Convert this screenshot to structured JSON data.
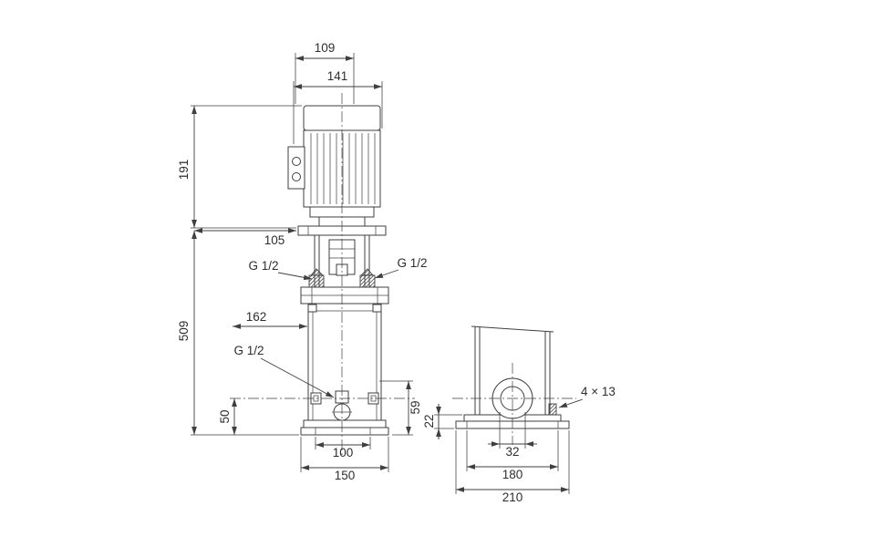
{
  "colors": {
    "background": "#ffffff",
    "line": "#3f3f3f",
    "text": "#2e2e2e"
  },
  "front_view": {
    "dim_motor_fan_width": "109",
    "dim_motor_width": "141",
    "dim_motor_height": "191",
    "dim_head_length": "105",
    "dim_pump_height": "509",
    "dim_port_depth": "162",
    "label_plug_left": "G 1/2",
    "label_plug_right": "G 1/2",
    "label_drain": "G 1/2",
    "dim_drain_height": "50",
    "dim_port_height": "59",
    "dim_bolt_spacing": "100",
    "dim_base_width": "150"
  },
  "side_view": {
    "dim_foot_height": "22",
    "dim_port_bore": "32",
    "dim_foot_bolt_spacing": "180",
    "dim_base_length": "210",
    "label_mounting_holes": "4 × 13"
  }
}
